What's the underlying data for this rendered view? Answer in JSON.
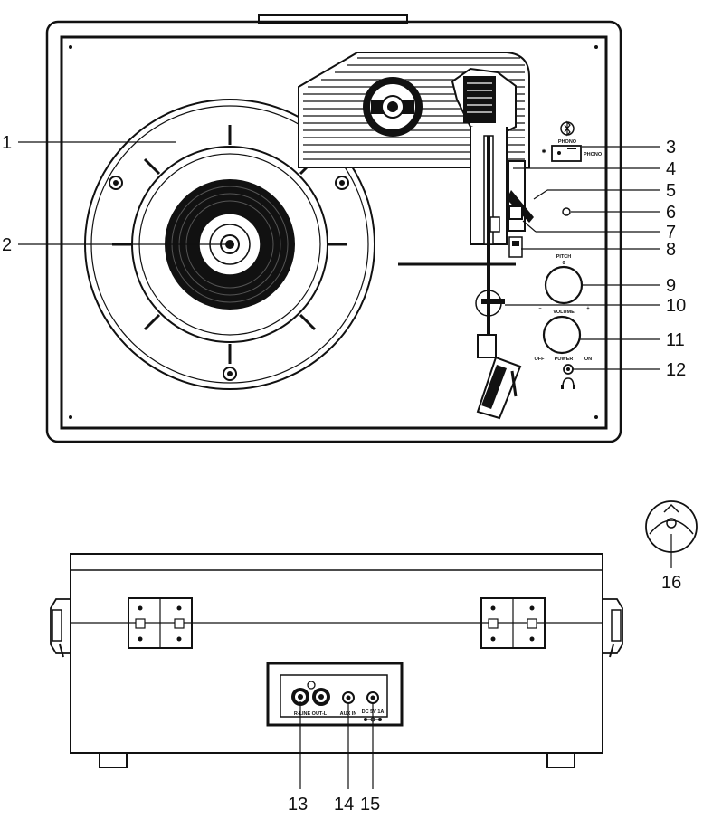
{
  "callouts": {
    "c1": "1",
    "c2": "2",
    "c3": "3",
    "c4": "4",
    "c5": "5",
    "c6": "6",
    "c7": "7",
    "c8": "8",
    "c9": "9",
    "c10": "10",
    "c11": "11",
    "c12": "12",
    "c13": "13",
    "c14": "14",
    "c15": "15",
    "c16": "16"
  },
  "panel_labels": {
    "phono_top": "PHONO",
    "phono_side": "PHONO",
    "pitch": "PITCH",
    "pitch_zero": "0",
    "volume": "VOLUME",
    "minus": "–",
    "plus": "+",
    "power": "POWER",
    "off": "OFF",
    "on": "ON",
    "rca_out": "R-LINE OUT-L",
    "aux_in": "AUX IN",
    "dc_in": "DC 5V 1A"
  },
  "icons": {
    "bluetooth": "bluetooth-icon",
    "headphones": "headphones-icon",
    "polarity": "dc-polarity-icon"
  }
}
